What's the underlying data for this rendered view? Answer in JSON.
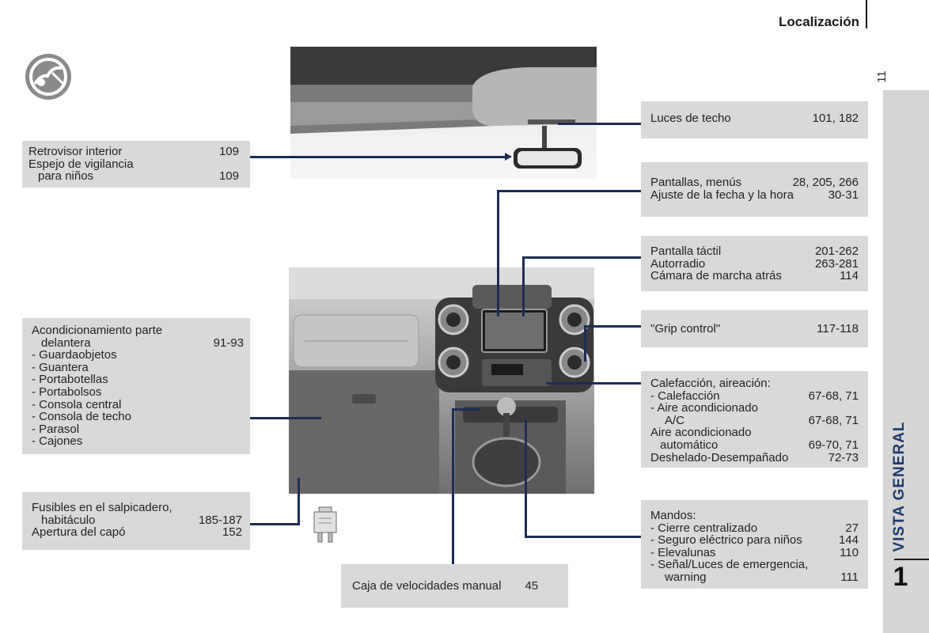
{
  "header": {
    "title": "Localización",
    "page_number": "11"
  },
  "side_tab": {
    "label": "VISTA GENERAL",
    "chapter": "1"
  },
  "icons": {
    "section_icon": "steering-wheel-mirror-icon",
    "fuse_icon": "fuse-icon"
  },
  "callouts": {
    "mirror": {
      "rows": [
        {
          "label": "Retrovisor interior",
          "ref": "109"
        },
        {
          "label": "Espejo de vigilancia",
          "ref": ""
        },
        {
          "label": "para niños",
          "ref": "109"
        }
      ]
    },
    "roof_lights": {
      "label": "Luces de techo",
      "ref": "101, 182"
    },
    "screens": {
      "rows": [
        {
          "label": "Pantallas, menús",
          "ref": "28, 205, 266"
        },
        {
          "label": "Ajuste de la fecha y la hora",
          "ref": "30-31"
        }
      ]
    },
    "touchscreen": {
      "rows": [
        {
          "label": "Pantalla táctil",
          "ref": "201-262"
        },
        {
          "label": "Autorradio",
          "ref": "263-281"
        },
        {
          "label": "Cámara de marcha atrás",
          "ref": "114"
        }
      ]
    },
    "grip": {
      "label": "\"Grip control\"",
      "ref": "117-118"
    },
    "heating": {
      "heading": "Calefacción, aireación:",
      "rows": [
        {
          "label": "- Calefacción",
          "ref": "67-68, 71"
        },
        {
          "label": "- Aire acondicionado",
          "ref": ""
        },
        {
          "label": "A/C",
          "ref": "67-68, 71"
        },
        {
          "label": "Aire acondicionado",
          "ref": ""
        },
        {
          "label": "automático",
          "ref": "69-70, 71"
        },
        {
          "label": "Deshelado-Desempañado",
          "ref": "72-73"
        }
      ]
    },
    "front_ac": {
      "heading": "Acondicionamiento parte",
      "heading2": "delantera",
      "ref": "91-93",
      "items": [
        "- Guardaobjetos",
        "- Guantera",
        "- Portabotellas",
        "- Portabolsos",
        "- Consola central",
        "- Consola de techo",
        "- Parasol",
        "- Cajones"
      ]
    },
    "fuses": {
      "rows": [
        {
          "label": "Fusibles en el salpicadero,",
          "ref": ""
        },
        {
          "label": "habitáculo",
          "ref": "185-187"
        },
        {
          "label": "Apertura del capó",
          "ref": "152"
        }
      ]
    },
    "gearbox": {
      "label": "Caja de velocidades manual",
      "ref": "45"
    },
    "controls": {
      "heading": "Mandos:",
      "rows": [
        {
          "label": "- Cierre centralizado",
          "ref": "27"
        },
        {
          "label": "- Seguro eléctrico para niños",
          "ref": "144"
        },
        {
          "label": "- Elevalunas",
          "ref": "110"
        },
        {
          "label": "- Señal/Luces de emergencia,",
          "ref": ""
        },
        {
          "label": "warning",
          "ref": "111"
        }
      ]
    }
  }
}
